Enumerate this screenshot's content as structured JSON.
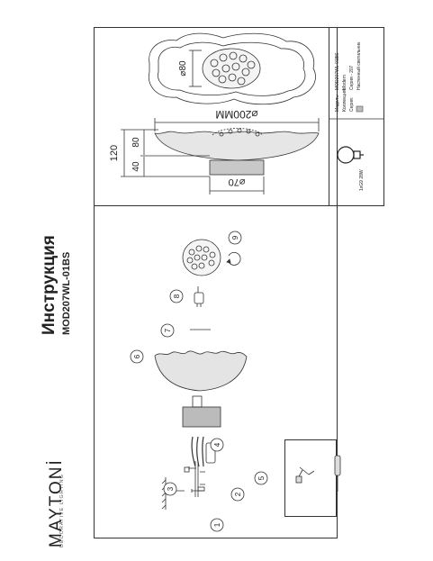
{
  "brand": {
    "name": "MAYTONİ",
    "tagline": "DECORATIVE LIGHTING"
  },
  "document": {
    "title": "Инструкция",
    "model": "MOD207WL-01BS"
  },
  "steps": [
    "1",
    "2",
    "3",
    "4",
    "5",
    "6",
    "7",
    "8",
    "9"
  ],
  "dimensions": {
    "diameter": "⌀200MM",
    "inner_diameter": "⌀80",
    "base_diameter": "⌀70",
    "height_total": "120",
    "height_upper": "80",
    "height_base": "40"
  },
  "spec": {
    "model_label": "Модель:",
    "model_value": "MOD207WL-01BS",
    "collection_label": "Коллекция:",
    "collection_value": "Modern",
    "series_label": "Серия:",
    "series_value": "Серия - 207",
    "type_value": "Настенный светильник",
    "bulb": "1xG9 28W"
  }
}
